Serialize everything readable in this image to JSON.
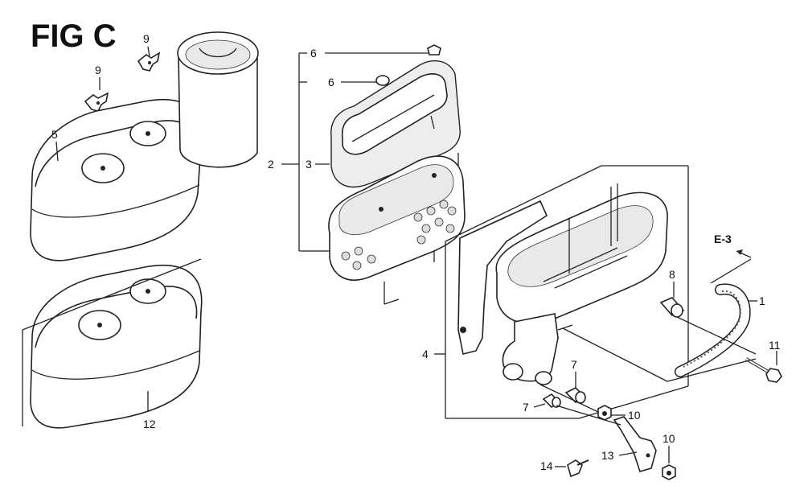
{
  "figure": {
    "title": "FIG C",
    "reference": "E-3"
  },
  "callouts": {
    "c1": "1",
    "c2": "2",
    "c3": "3",
    "c4": "4",
    "c5": "5",
    "c6a": "6",
    "c6b": "6",
    "c7a": "7",
    "c7b": "7",
    "c8": "8",
    "c9a": "9",
    "c9b": "9",
    "c10a": "10",
    "c10b": "10",
    "c11": "11",
    "c12": "12",
    "c13": "13",
    "c14": "14"
  }
}
